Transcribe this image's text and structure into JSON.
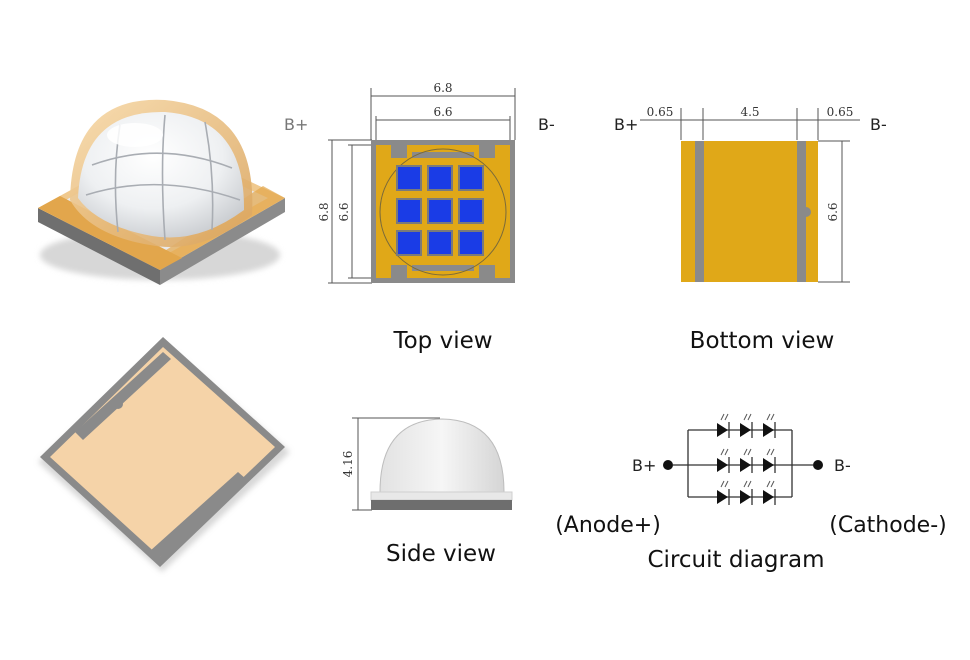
{
  "top_view": {
    "caption": "Top view",
    "dim_outer_width": "6.8",
    "dim_inner_width": "6.6",
    "dim_outer_height": "6.8",
    "dim_inner_height": "6.6",
    "label_plus": "B+",
    "label_minus": "B-"
  },
  "bottom_view": {
    "caption": "Bottom view",
    "dim_left_pad": "0.65",
    "dim_center": "4.5",
    "dim_right_pad": "0.65",
    "dim_height": "6.6",
    "label_plus": "B+",
    "label_minus": "B-"
  },
  "side_view": {
    "caption": "Side view",
    "dim_height": "4.16"
  },
  "circuit": {
    "caption": "Circuit diagram",
    "label_plus": "B+",
    "label_minus": "B-",
    "anode_label": "(Anode+)",
    "cathode_label": "(Cathode-)"
  },
  "colors": {
    "pad_gold": "#E0A818",
    "chip_blue": "#1A3CE6",
    "body_gray": "#8A8A8A",
    "pad_tan": "#F5D3A8"
  },
  "icons": [
    "led-diode-icon",
    "terminal-dot-icon"
  ]
}
